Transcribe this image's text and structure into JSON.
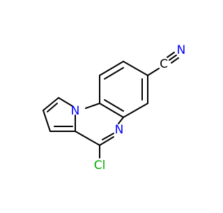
{
  "molecule": {
    "atom_labels": {
      "pyrrole_nitrogen": "N",
      "imine_nitrogen": "N",
      "nitrile_nitrogen": "N",
      "carbon_nitrile": "C",
      "chlorine": "Cl"
    },
    "colors": {
      "nitrogen": "#0000ff",
      "chlorine": "#00aa00",
      "carbon": "#000000",
      "background": "#ffffff"
    }
  }
}
